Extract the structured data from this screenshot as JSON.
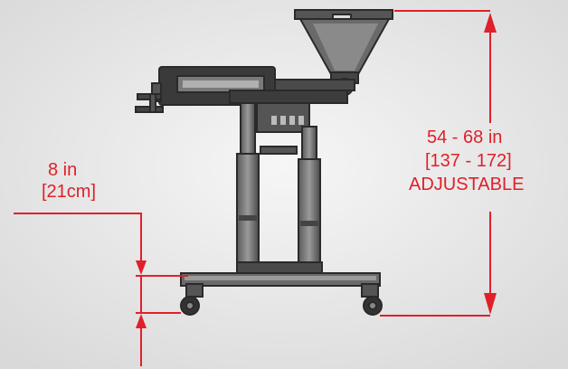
{
  "dimension_labels": {
    "left": {
      "line1": "8 in",
      "line2": "[21cm]"
    },
    "right": {
      "line1": "54 - 68 in",
      "line2": "[137 - 172]",
      "line3": "ADJUSTABLE"
    }
  },
  "colors": {
    "dimension": "#e0202a",
    "machine": "#333333",
    "background": "#ececec"
  }
}
